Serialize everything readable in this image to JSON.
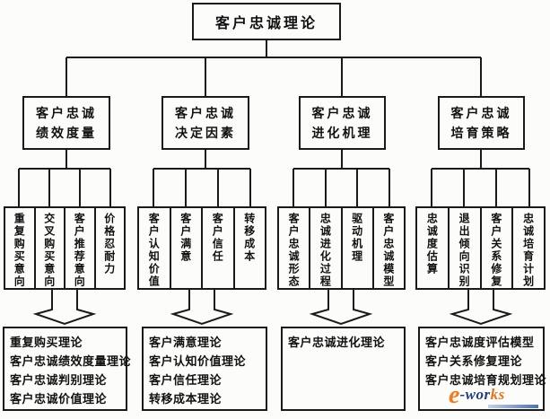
{
  "diagram": {
    "root": "客户忠诚理论",
    "branches": [
      {
        "title_line1": "客户忠诚",
        "title_line2": "绩效度量",
        "factors": [
          "重复购买意向",
          "交叉购买意向",
          "客户推荐意向",
          "价格忍耐力"
        ],
        "theories": [
          "重复购买理论",
          "客户忠诚绩效度量理论",
          "客户忠诚判别理论",
          "客户忠诚价值理论"
        ]
      },
      {
        "title_line1": "客户忠诚",
        "title_line2": "决定因素",
        "factors": [
          "客户认知价值",
          "客户满意",
          "客户信任",
          "转移成本"
        ],
        "theories": [
          "客户满意理论",
          "客户认知价值理论",
          "客户信任理论",
          "转移成本理论"
        ]
      },
      {
        "title_line1": "客户忠诚",
        "title_line2": "进化机理",
        "factors": [
          "客户忠诚形态",
          "忠诚进化过程",
          "驱动机理",
          "客户忠诚模型"
        ],
        "theories": [
          "客户忠诚进化理论"
        ]
      },
      {
        "title_line1": "客户忠诚",
        "title_line2": "培育策略",
        "factors": [
          "忠诚度估算",
          "退出倾向识别",
          "客户关系修复",
          "忠诚培育计划"
        ],
        "theories": [
          "客户忠诚度评估模型",
          "客户关系修复理论",
          "客户忠诚培育规划理论"
        ]
      }
    ],
    "watermark": {
      "logo_e": "e",
      "logo_mid": "-wor",
      "logo_end": "ks"
    },
    "colors": {
      "line": "#1a1a1a",
      "box_fill": "#fcfcfa",
      "logo_orange": "#f07c1e",
      "logo_navy": "#24407e",
      "logo_bar_blue": "#4a72b2"
    }
  }
}
